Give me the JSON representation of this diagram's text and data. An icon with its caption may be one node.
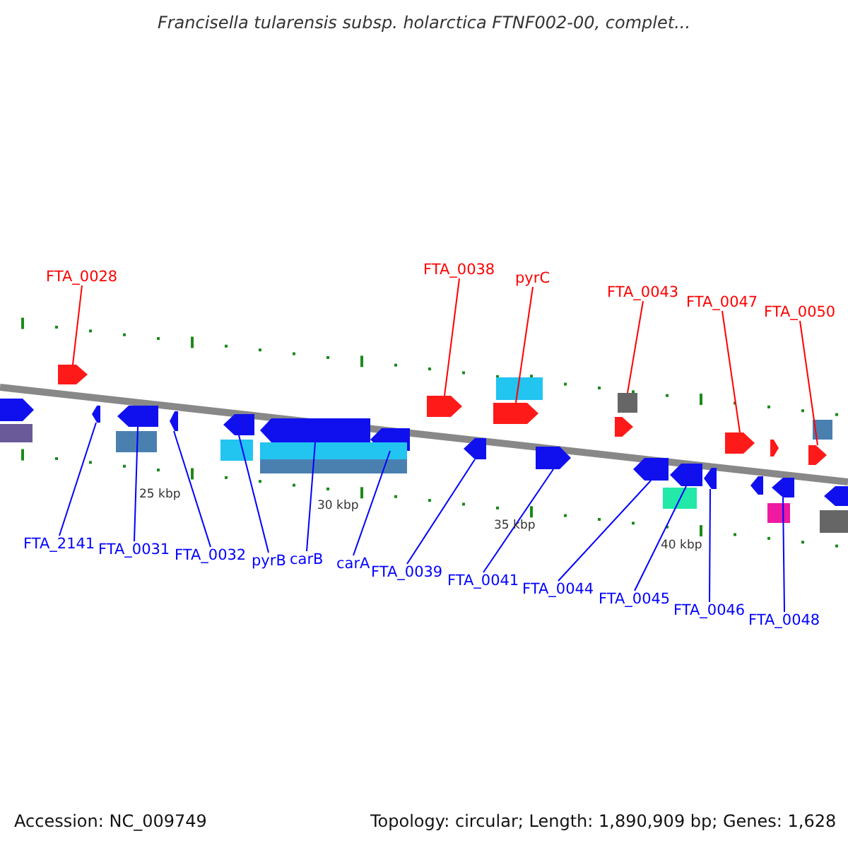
{
  "diagram": {
    "title": "Francisella tularensis subsp. holarctica FTNF002-00, complet...",
    "nodes": [
      {
        "text": [
          "FTA_0028"
        ]
      },
      {
        "text": [
          "FTA_0038"
        ]
      },
      {
        "text": [
          "pyrC"
        ]
      },
      {
        "text": [
          "FTA_0043"
        ]
      },
      {
        "text": [
          "FTA_0047"
        ]
      },
      {
        "text": [
          "FTA_0050"
        ]
      },
      {
        "text": [
          "FTA_2141"
        ]
      },
      {
        "text": [
          "FTA_0031"
        ]
      },
      {
        "text": [
          "FTA_0032"
        ]
      },
      {
        "text": [
          "pyrB"
        ]
      },
      {
        "text": [
          "carB"
        ]
      },
      {
        "text": [
          "carA"
        ]
      },
      {
        "text": [
          "FTA_0039"
        ]
      },
      {
        "text": [
          "FTA_0041"
        ]
      },
      {
        "text": [
          "FTA_0044"
        ]
      },
      {
        "text": [
          "FTA_0045"
        ]
      },
      {
        "text": [
          "FTA_0046"
        ]
      },
      {
        "text": [
          "FTA_0048"
        ]
      },
      {
        "text": [],
        "shape": "arrow"
      },
      {
        "text": [],
        "shape": "arrow"
      },
      {
        "text": [],
        "shape": "arrow"
      },
      {
        "text": [],
        "shape": "box"
      },
      {
        "text": [],
        "shape": "arrow"
      },
      {
        "text": [],
        "shape": "arrow"
      },
      {
        "text": [],
        "shape": "arrow"
      },
      {
        "text": [],
        "shape": "arrow"
      },
      {
        "text": [],
        "shape": "arrow"
      },
      {
        "text": [],
        "shape": "arrow"
      },
      {
        "text": [],
        "shape": "arrow"
      },
      {
        "text": [],
        "shape": "arrow"
      },
      {
        "text": [],
        "shape": "arrow"
      },
      {
        "text": [],
        "shape": "arrow"
      },
      {
        "text": [],
        "shape": "arrow"
      },
      {
        "text": [],
        "shape": "arrow"
      },
      {
        "text": [],
        "shape": "arrow"
      },
      {
        "text": [],
        "shape": "arrow"
      },
      {
        "text": [],
        "shape": "arrow"
      },
      {
        "text": [],
        "shape": "box"
      },
      {
        "text": [],
        "shape": "box"
      },
      {
        "text": [],
        "shape": "box"
      },
      {
        "text": [],
        "shape": "box"
      },
      {
        "text": [],
        "shape": "box"
      },
      {
        "text": [],
        "shape": "box"
      },
      {
        "text": [],
        "shape": "arrow"
      },
      {
        "text": [],
        "shape": "box"
      },
      {
        "text": [],
        "shape": "arrow"
      },
      {
        "text": [],
        "shape": "box"
      },
      {
        "text": [],
        "shape": "arrow"
      },
      {
        "text": [],
        "shape": "box"
      },
      {
        "text": [],
        "shape": "box"
      },
      {
        "text": [],
        "shape": "arrow"
      }
    ],
    "edges": [
      {
        "from": 0,
        "to": 18,
        "arrow": "none",
        "color": "#ff0000"
      },
      {
        "from": 1,
        "to": 19,
        "arrow": "none",
        "color": "#ff0000"
      },
      {
        "from": 2,
        "to": 20,
        "arrow": "none",
        "color": "#ff0000"
      },
      {
        "from": 3,
        "to": 21,
        "arrow": "none",
        "color": "#ff0000"
      },
      {
        "from": 4,
        "to": 22,
        "arrow": "none",
        "color": "#ff0000"
      },
      {
        "from": 5,
        "to": 23,
        "arrow": "none",
        "color": "#ff0000"
      },
      {
        "from": 6,
        "to": 24,
        "arrow": "none"
      },
      {
        "from": 7,
        "to": 25,
        "arrow": "none"
      },
      {
        "from": 8,
        "to": 26,
        "arrow": "none"
      },
      {
        "from": 9,
        "to": 27,
        "arrow": "none"
      },
      {
        "from": 10,
        "to": 28,
        "arrow": "none"
      },
      {
        "from": 11,
        "to": 29,
        "arrow": "none"
      },
      {
        "from": 12,
        "to": 30,
        "arrow": "none"
      },
      {
        "from": 13,
        "to": 31,
        "arrow": "none"
      },
      {
        "from": 14,
        "to": 32,
        "arrow": "none"
      },
      {
        "from": 15,
        "to": 33,
        "arrow": "none"
      },
      {
        "from": 16,
        "to": 34,
        "arrow": "none"
      },
      {
        "from": 17,
        "to": 35,
        "arrow": "none"
      }
    ],
    "labels": [
      "25 kbp",
      "30 kbp",
      "35 kbp",
      "40 kbp",
      "Accession: NC_009749",
      "Topology: circular; Length: 1,890,909 bp; Genes: 1,628"
    ]
  }
}
